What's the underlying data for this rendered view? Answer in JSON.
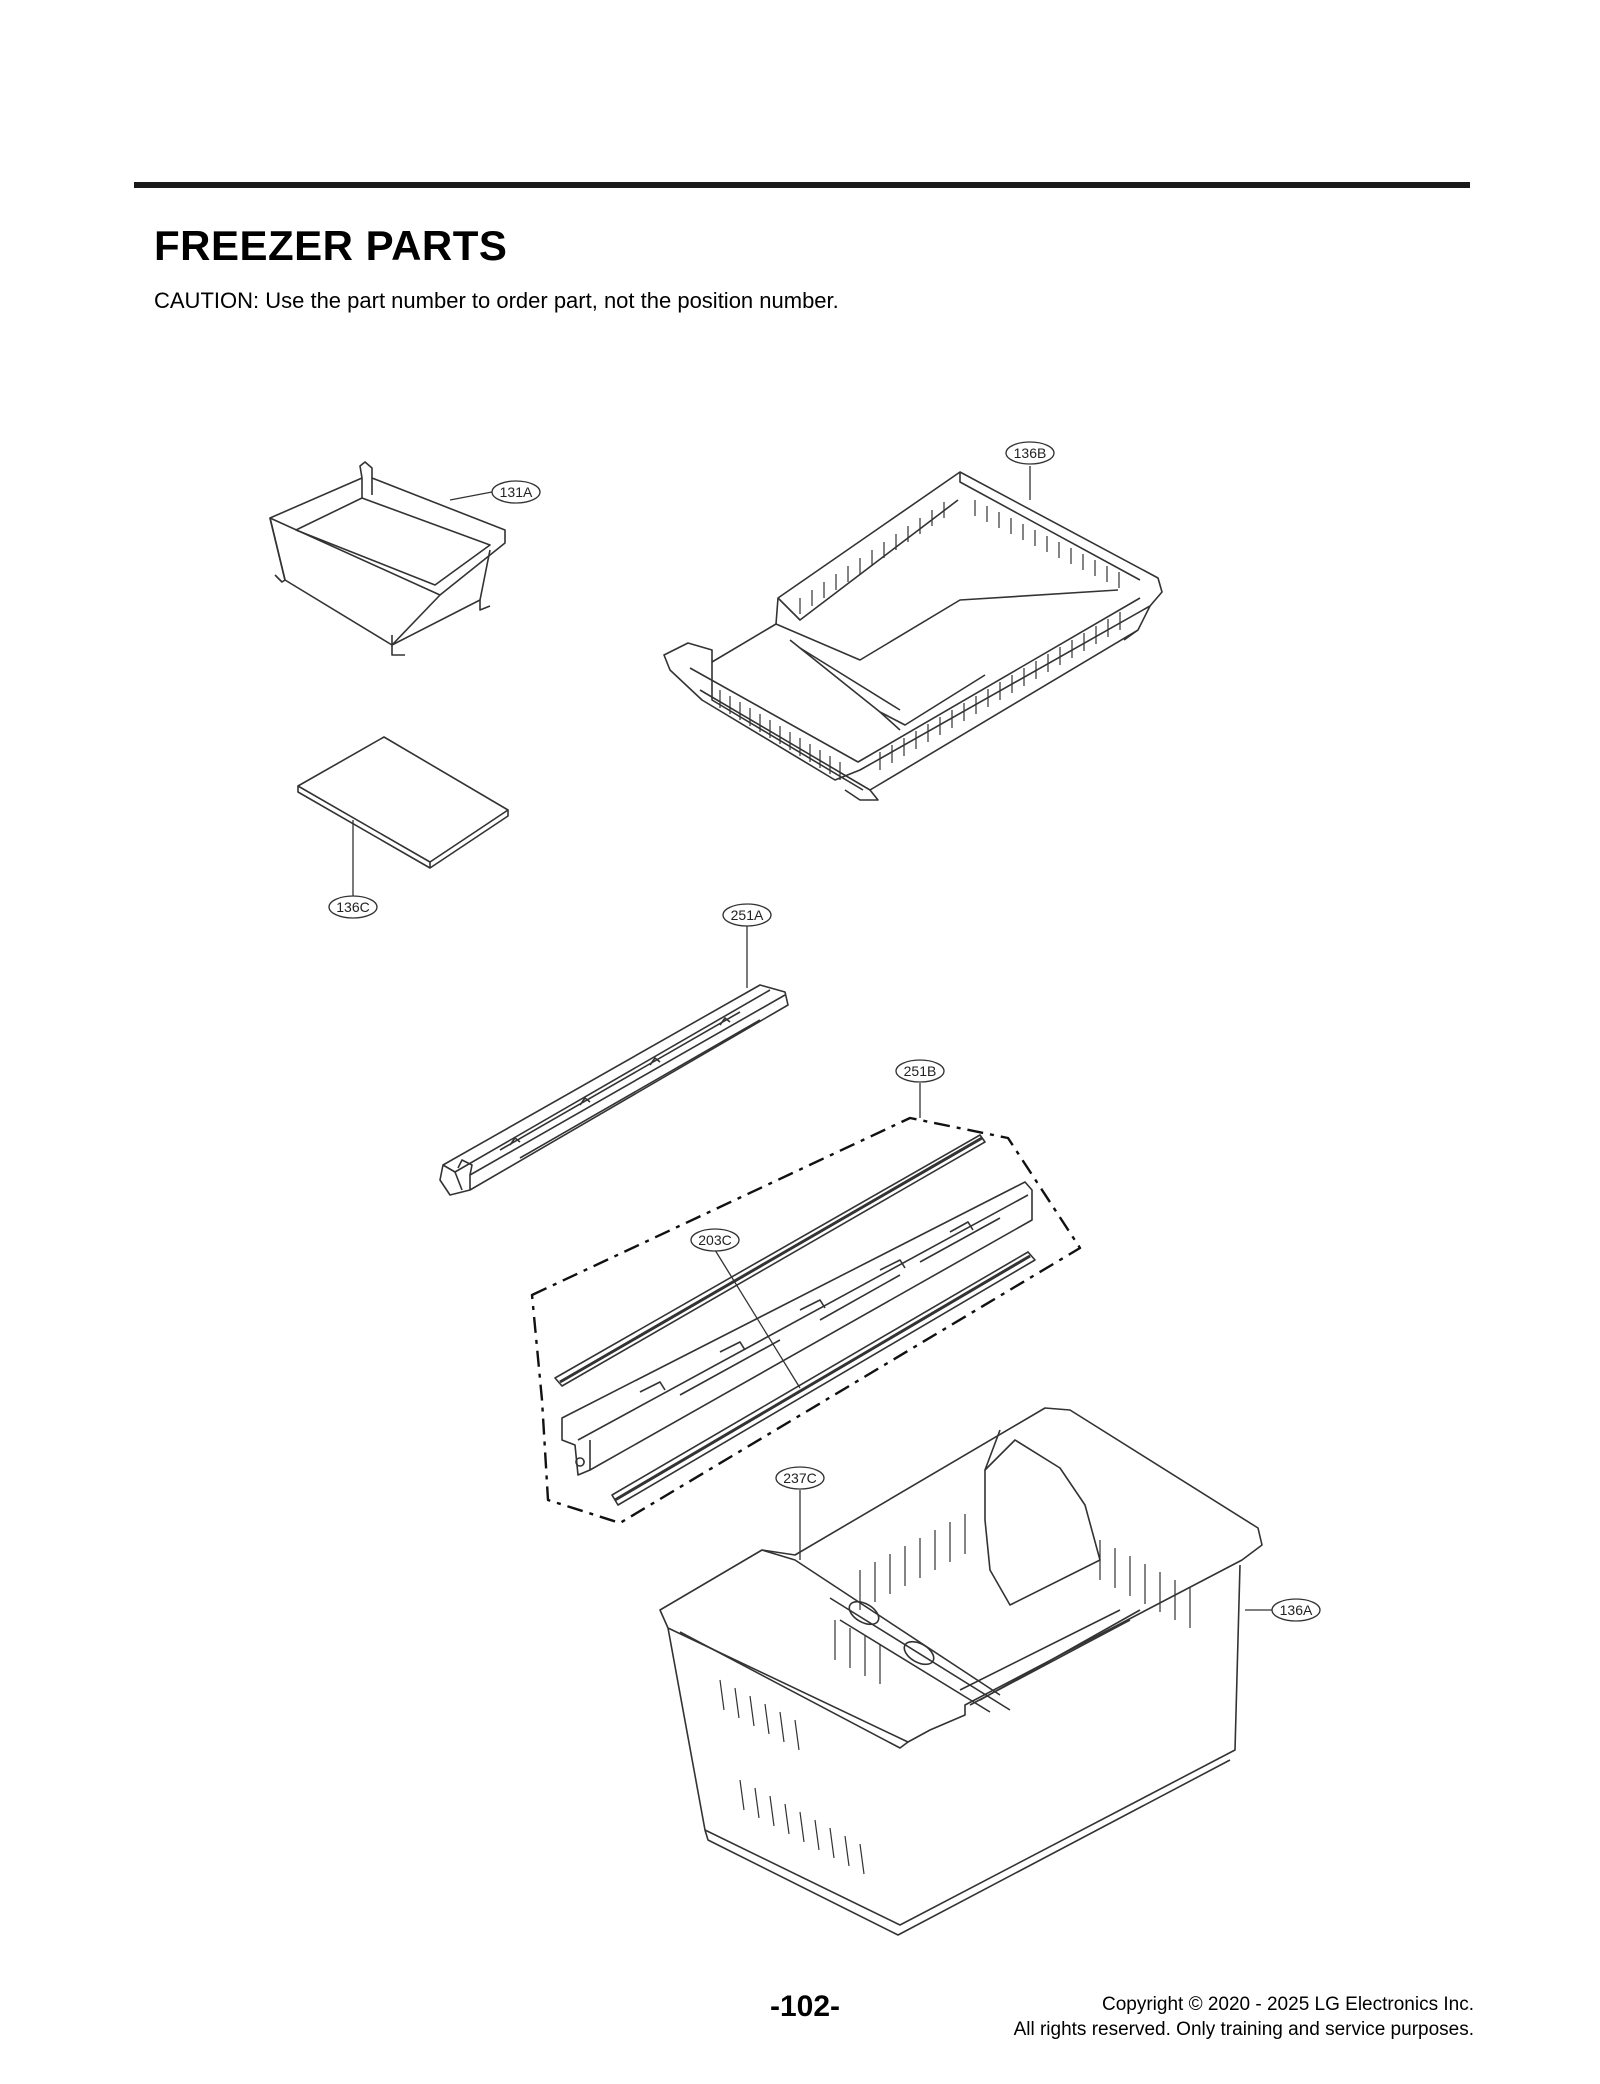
{
  "header": {
    "title": "FREEZER PARTS",
    "caution": "CAUTION: Use the part number to order part, not the position number."
  },
  "callouts": {
    "c131A": "131A",
    "c136B": "136B",
    "c136C": "136C",
    "c251A": "251A",
    "c251B": "251B",
    "c203C": "203C",
    "c237C": "237C",
    "c136A": "136A"
  },
  "footer": {
    "page_number": "-102-",
    "copyright_line1": "Copyright © 2020 - 2025 LG Electronics Inc.",
    "copyright_line2": "All rights reserved. Only training and service purposes."
  }
}
